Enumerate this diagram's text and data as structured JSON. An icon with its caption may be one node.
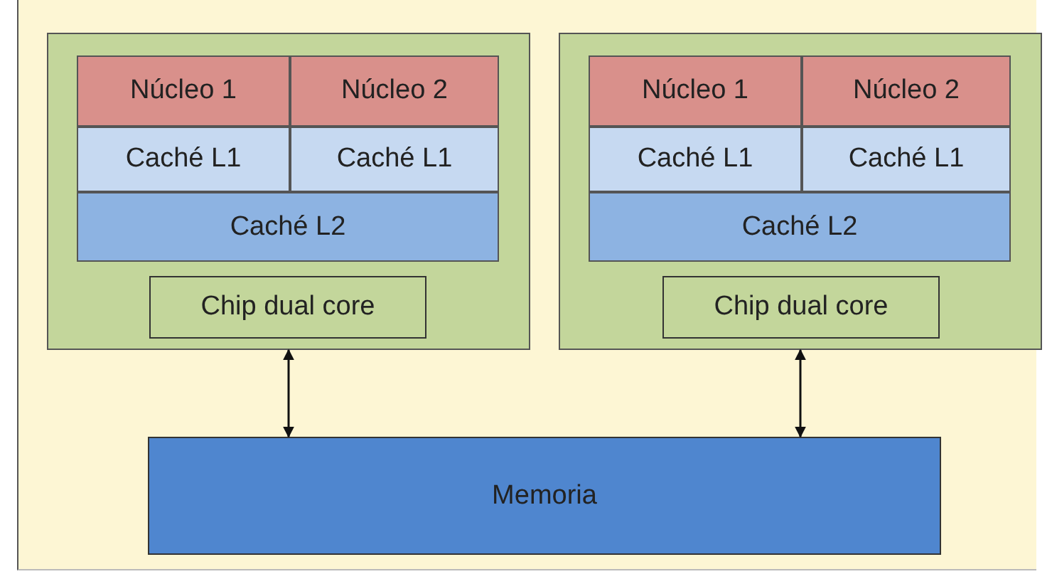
{
  "diagram": {
    "nodes": [
      {
        "text": [],
        "shape": "box"
      },
      {
        "text": [
          "Núcleo 1"
        ],
        "in": 0
      },
      {
        "text": [
          "Núcleo 2"
        ],
        "in": 0
      },
      {
        "text": [
          "Caché L1"
        ],
        "in": 0
      },
      {
        "text": [
          "Caché L1"
        ],
        "in": 0
      },
      {
        "text": [
          "Caché L2"
        ],
        "in": 0
      },
      {
        "text": [
          "Chip dual core"
        ],
        "in": 0
      },
      {
        "text": [],
        "shape": "box"
      },
      {
        "text": [
          "Núcleo 1"
        ],
        "in": 7
      },
      {
        "text": [
          "Núcleo 2"
        ],
        "in": 7
      },
      {
        "text": [
          "Caché L1"
        ],
        "in": 7
      },
      {
        "text": [
          "Caché L1"
        ],
        "in": 7
      },
      {
        "text": [
          "Caché L2"
        ],
        "in": 7
      },
      {
        "text": [
          "Chip dual core"
        ],
        "in": 7
      },
      {
        "text": [
          "Memoria"
        ]
      }
    ],
    "edges": [
      {
        "from": 0,
        "to": 14,
        "arrow": "both"
      },
      {
        "from": 7,
        "to": 14,
        "arrow": "both"
      }
    ]
  }
}
